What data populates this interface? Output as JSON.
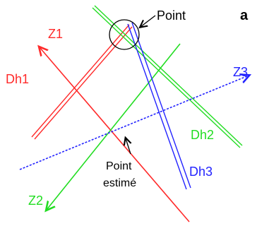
{
  "labels": {
    "corner": "a",
    "point": "Point",
    "z1": "Z1",
    "z2": "Z2",
    "z3": "Z3",
    "dh1": "Dh1",
    "dh2": "Dh2",
    "dh3": "Dh3",
    "estimated_line1": "Point",
    "estimated_line2": "estimé"
  },
  "colors": {
    "red": "#ff2a2a",
    "green": "#22dd22",
    "blue": "#2323ff",
    "black": "#000000"
  }
}
